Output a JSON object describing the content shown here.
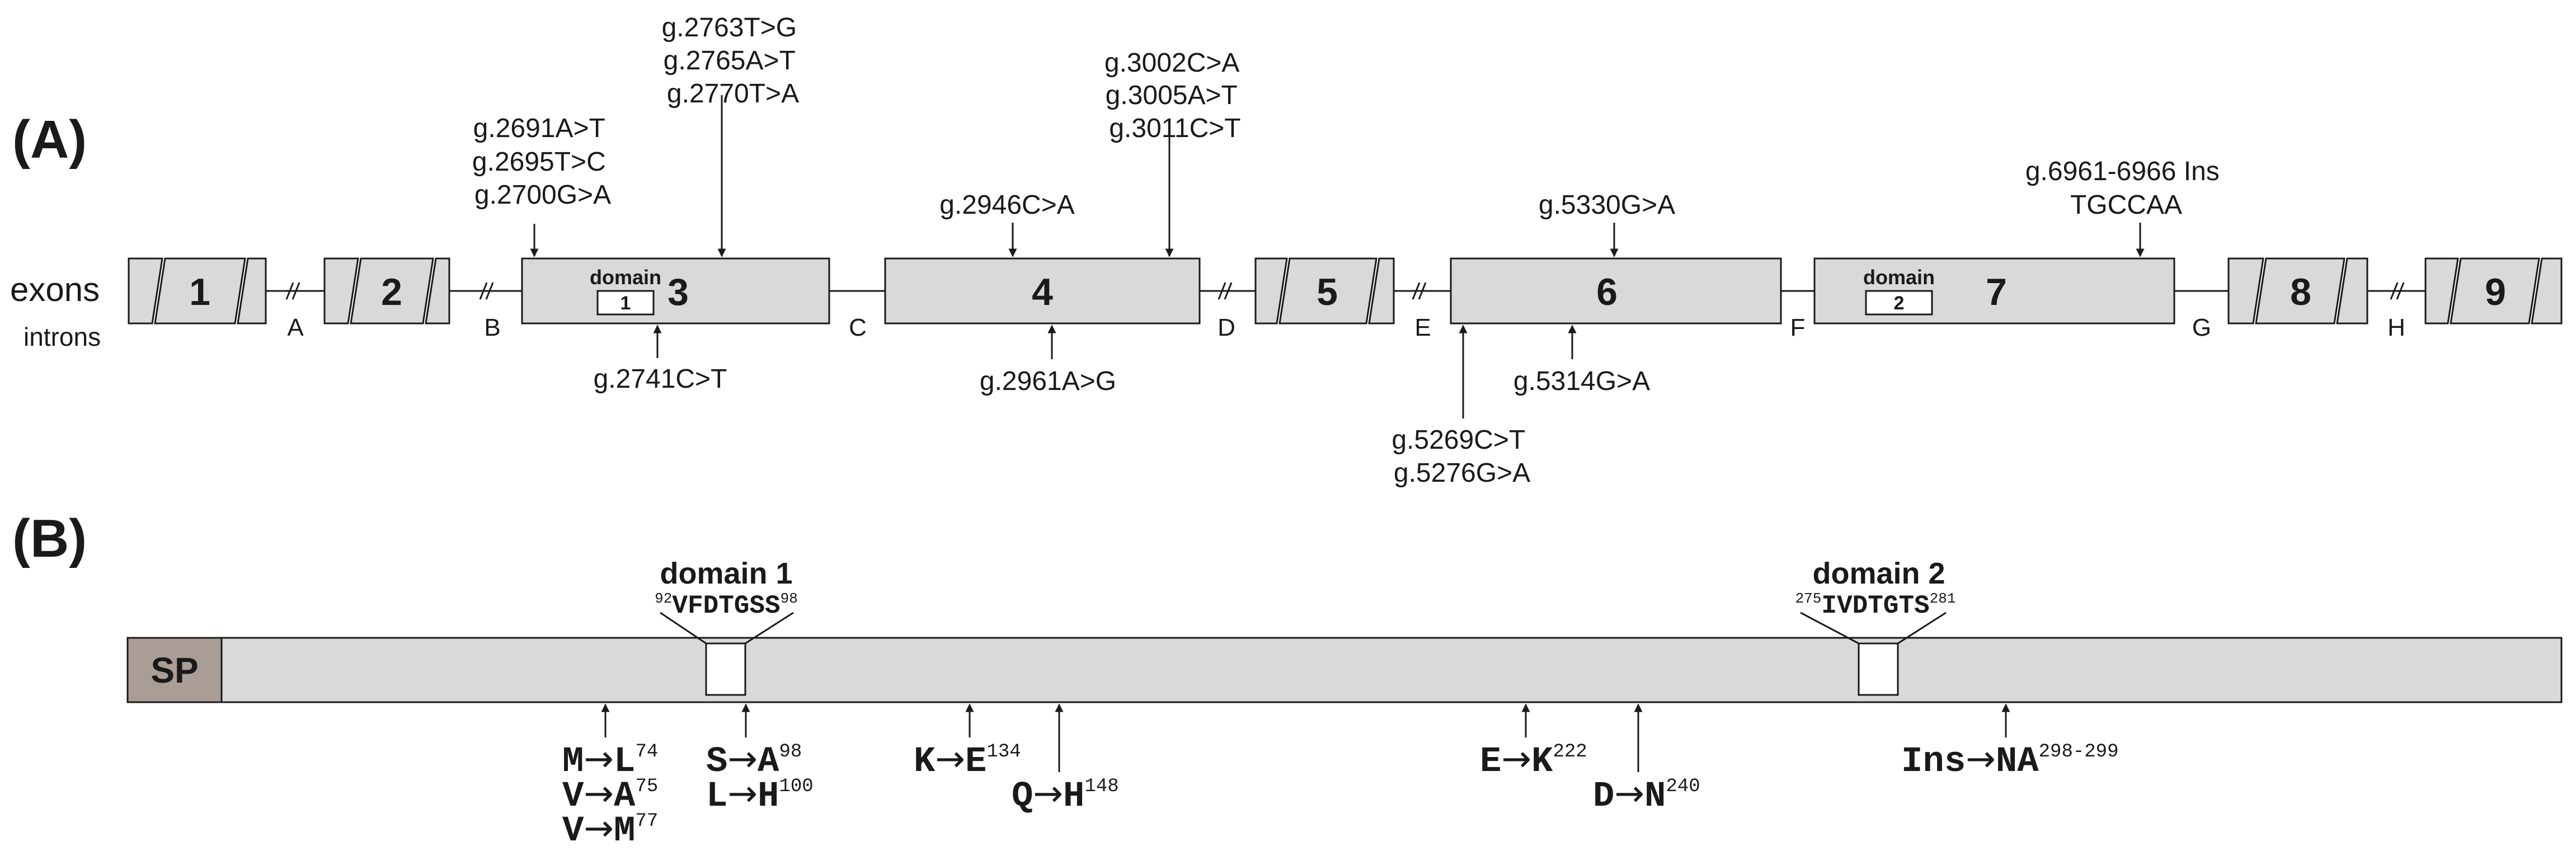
{
  "panels": {
    "a_label": "(A)",
    "b_label": "(B)"
  },
  "gene": {
    "row_label_exons": "exons",
    "row_label_introns": "introns",
    "exons": [
      "1",
      "2",
      "3",
      "4",
      "5",
      "6",
      "7",
      "8",
      "9"
    ],
    "introns": [
      "A",
      "B",
      "C",
      "D",
      "E",
      "F",
      "G",
      "H"
    ],
    "exon3_domain": {
      "word": "domain",
      "num": "1"
    },
    "exon7_domain": {
      "word": "domain",
      "num": "2"
    },
    "variants": {
      "exon3_left": [
        "g.2691A>T",
        "g.2695T>C",
        "g.2700G>A"
      ],
      "exon3_top": [
        "g.2763T>G",
        "g.2765A>T",
        "g.2770T>A"
      ],
      "exon3_below": [
        "g.2741C>T"
      ],
      "exon4_top_left": [
        "g.2946C>A"
      ],
      "exon4_top_right": [
        "g.3002C>A",
        "g.3005A>T",
        "g.3011C>T"
      ],
      "exon4_below": [
        "g.2961A>G"
      ],
      "exon6_top": [
        "g.5330G>A"
      ],
      "exon6_below_left": [
        "g.5269C>T",
        "g.5276G>A"
      ],
      "exon6_below_right": [
        "g.5314G>A"
      ],
      "exon7_top": [
        "g.6961-6966 Ins",
        "TGCCAA"
      ]
    }
  },
  "protein": {
    "signal_peptide": "SP",
    "domain1": {
      "title": "domain 1",
      "seq": "VFDTGSS",
      "start": "92",
      "end": "98"
    },
    "domain2": {
      "title": "domain 2",
      "seq": "IVDTGTS",
      "start": "275",
      "end": "281"
    },
    "substitutions": {
      "g1": [
        {
          "from": "M",
          "to": "L",
          "pos": "74"
        },
        {
          "from": "V",
          "to": "A",
          "pos": "75"
        },
        {
          "from": "V",
          "to": "M",
          "pos": "77"
        }
      ],
      "g2": [
        {
          "from": "S",
          "to": "A",
          "pos": "98"
        },
        {
          "from": "L",
          "to": "H",
          "pos": "100"
        }
      ],
      "g3": [
        {
          "from": "K",
          "to": "E",
          "pos": "134"
        }
      ],
      "g4": [
        {
          "from": "Q",
          "to": "H",
          "pos": "148"
        }
      ],
      "g5": [
        {
          "from": "E",
          "to": "K",
          "pos": "222"
        }
      ],
      "g6": [
        {
          "from": "D",
          "to": "N",
          "pos": "240"
        }
      ],
      "g7": [
        {
          "from": "Ins",
          "to": "NA",
          "pos": "298-299"
        }
      ]
    },
    "arrow_glyph": "→"
  },
  "colors": {
    "box_fill": "#d9d9d9",
    "sp_fill": "#a99d95",
    "stroke": "#1a1a1a",
    "text": "#1a1a1a"
  }
}
